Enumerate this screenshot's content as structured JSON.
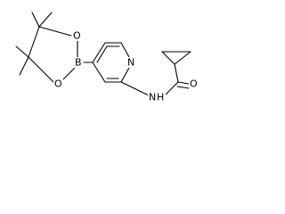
{
  "structure": {
    "atoms": [
      {
        "id": "B1",
        "symbol": "B"
      },
      {
        "id": "O1",
        "symbol": "O"
      },
      {
        "id": "O2",
        "symbol": "O"
      },
      {
        "id": "N1",
        "symbol": "N"
      },
      {
        "id": "N2",
        "symbol": "N"
      },
      {
        "id": "H1",
        "symbol": "H"
      },
      {
        "id": "O3",
        "symbol": "O"
      }
    ],
    "colors": {
      "bond": "#000000",
      "label": "#000000",
      "background": "#ffffff"
    }
  }
}
